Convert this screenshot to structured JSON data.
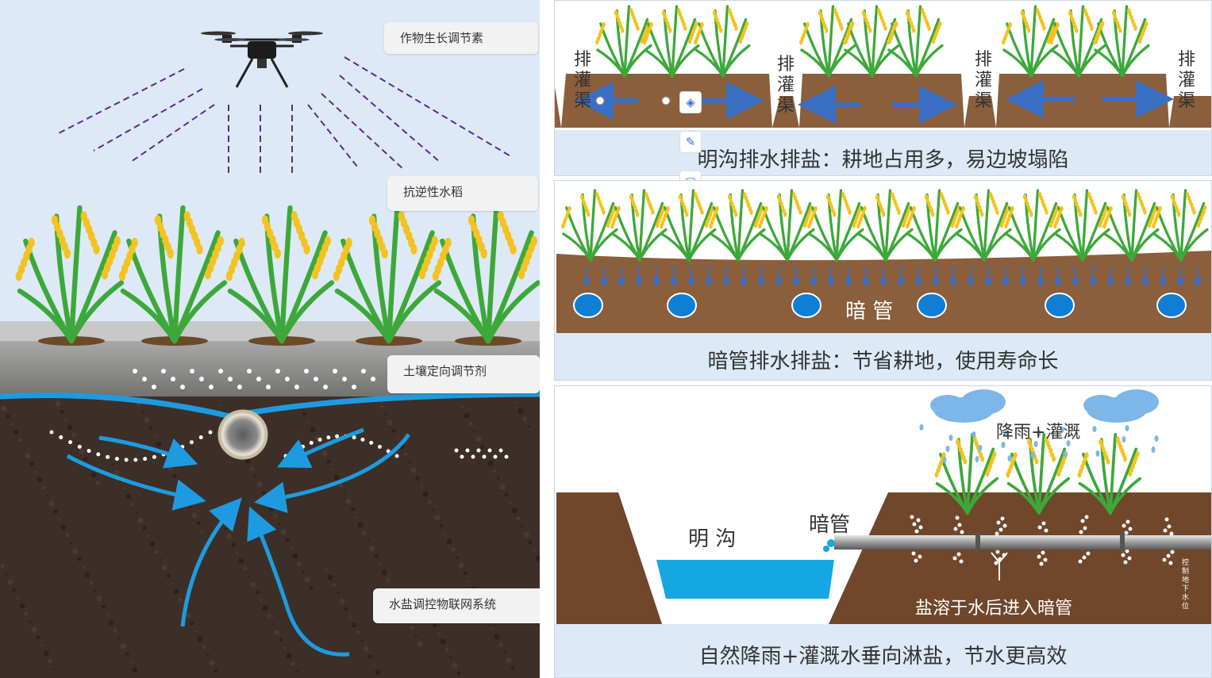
{
  "left_panel": {
    "callouts": {
      "regulator": "作物生长调节素",
      "rice": "抗逆性水稻",
      "soil": "土壤定向调节剂",
      "iot": "水盐调控物联网系统"
    }
  },
  "open_ditch_panel": {
    "channel_label": "排灌渠",
    "caption": "明沟排水排盐：耕地占用多，易边坡塌陷"
  },
  "pipe_panel": {
    "pipe_label": "暗 管",
    "caption": "暗管排水排盐：节省耕地，使用寿命长"
  },
  "natural_panel": {
    "rain_label": "降雨+灌溉",
    "ditch_label": "明 沟",
    "pipe_label": "暗管",
    "salt_label": "盐溶于水后进入暗管",
    "side_label": "控制地下水位",
    "caption": "自然降雨+灌溉水垂向淋盐，节水更高效"
  },
  "colors": {
    "sky": "#dde9f6",
    "soil_dark": "#3c2f28",
    "soil_brown": "#8b5e3c",
    "water_blue": "#1e9be0",
    "arrow_blue": "#3a6fc4",
    "plant_green": "#3da83a",
    "grain_yellow": "#f2c321"
  }
}
